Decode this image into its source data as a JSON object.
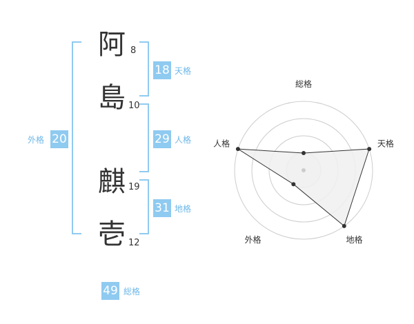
{
  "name": {
    "chars": [
      {
        "char": "阿",
        "strokes": "8"
      },
      {
        "char": "島",
        "strokes": "10"
      },
      {
        "char": "麒",
        "strokes": "19"
      },
      {
        "char": "壱",
        "strokes": "12"
      }
    ]
  },
  "fortunes": {
    "tenkaku": {
      "label": "天格",
      "value": "18"
    },
    "jinkaku": {
      "label": "人格",
      "value": "29"
    },
    "chikaku": {
      "label": "地格",
      "value": "31"
    },
    "gaikaku": {
      "label": "外格",
      "value": "20"
    },
    "soukaku": {
      "label": "総格",
      "value": "49"
    }
  },
  "colors": {
    "badge": "#8fcaf0",
    "bracket": "#8fcaf0",
    "label": "#6fb8e8",
    "radar_fill": "#f0f0f0",
    "radar_grid": "#cccccc",
    "radar_line": "#333333"
  },
  "chart_data": {
    "type": "radar",
    "axes": [
      "総格",
      "天格",
      "地格",
      "外格",
      "人格"
    ],
    "rings": 4,
    "max": 4,
    "values": [
      1,
      4,
      4,
      1,
      4
    ],
    "grid": true
  }
}
